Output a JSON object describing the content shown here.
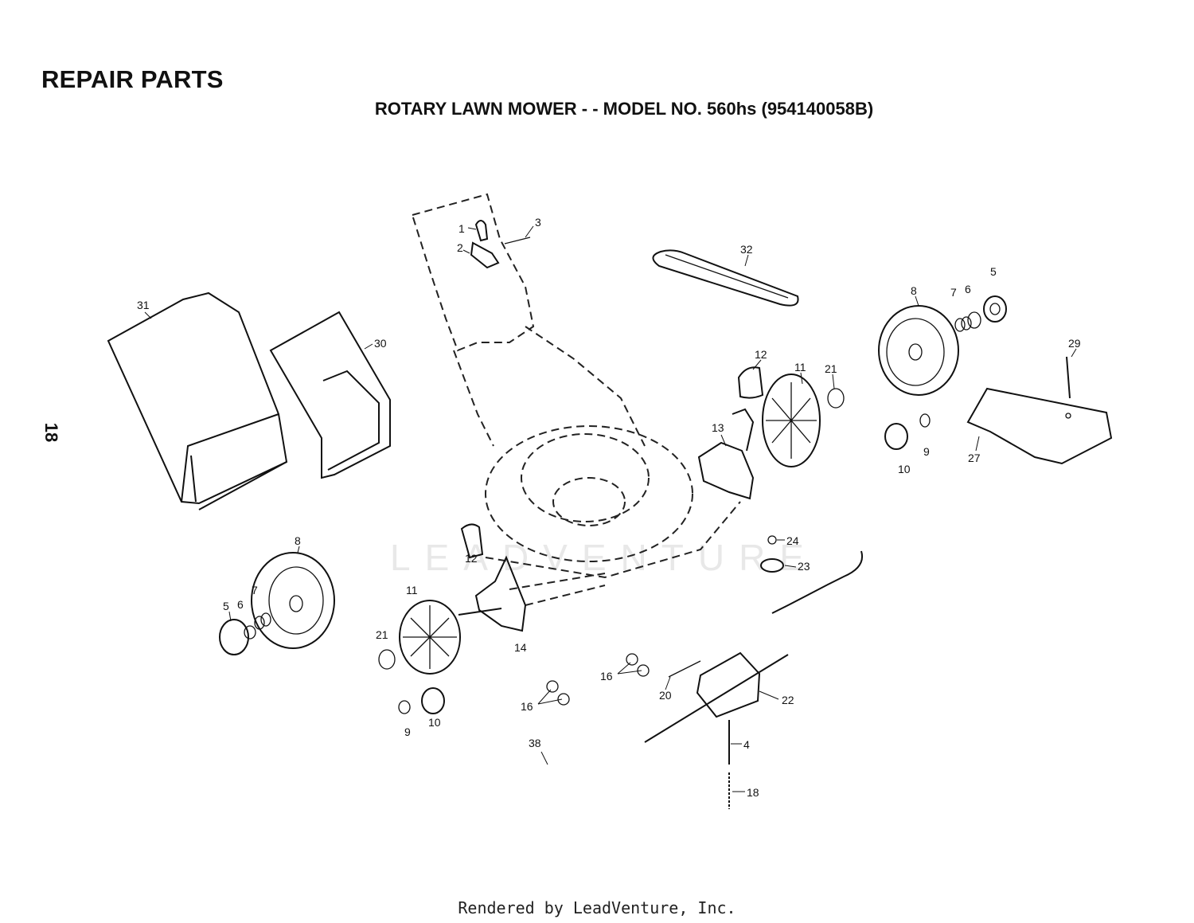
{
  "header": {
    "title": "REPAIR PARTS",
    "subtitle": "ROTARY LAWN MOWER - - MODEL NO. 560hs (954140058B)",
    "page_number": "18"
  },
  "watermark": "LEADVENTURE",
  "footer": "Rendered by LeadVenture, Inc.",
  "callouts": {
    "c1": "1",
    "c2": "2",
    "c3": "3",
    "c32": "32",
    "c8r": "8",
    "c7r": "7",
    "c6r": "6",
    "c5r": "5",
    "c31": "31",
    "c30": "30",
    "c12r": "12",
    "c11r": "11",
    "c21r": "21",
    "c29": "29",
    "c13": "13",
    "c10r": "10",
    "c9r": "9",
    "c27": "27",
    "c24": "24",
    "c23": "23",
    "c8l": "8",
    "c12l": "12",
    "c7l": "7",
    "c6l": "6",
    "c5l": "5",
    "c11l": "11",
    "c21l": "21",
    "c14": "14",
    "c16a": "16",
    "c16b": "16",
    "c20": "20",
    "c22": "22",
    "c9l": "9",
    "c10l": "10",
    "c38": "38",
    "c4": "4",
    "c18": "18"
  }
}
